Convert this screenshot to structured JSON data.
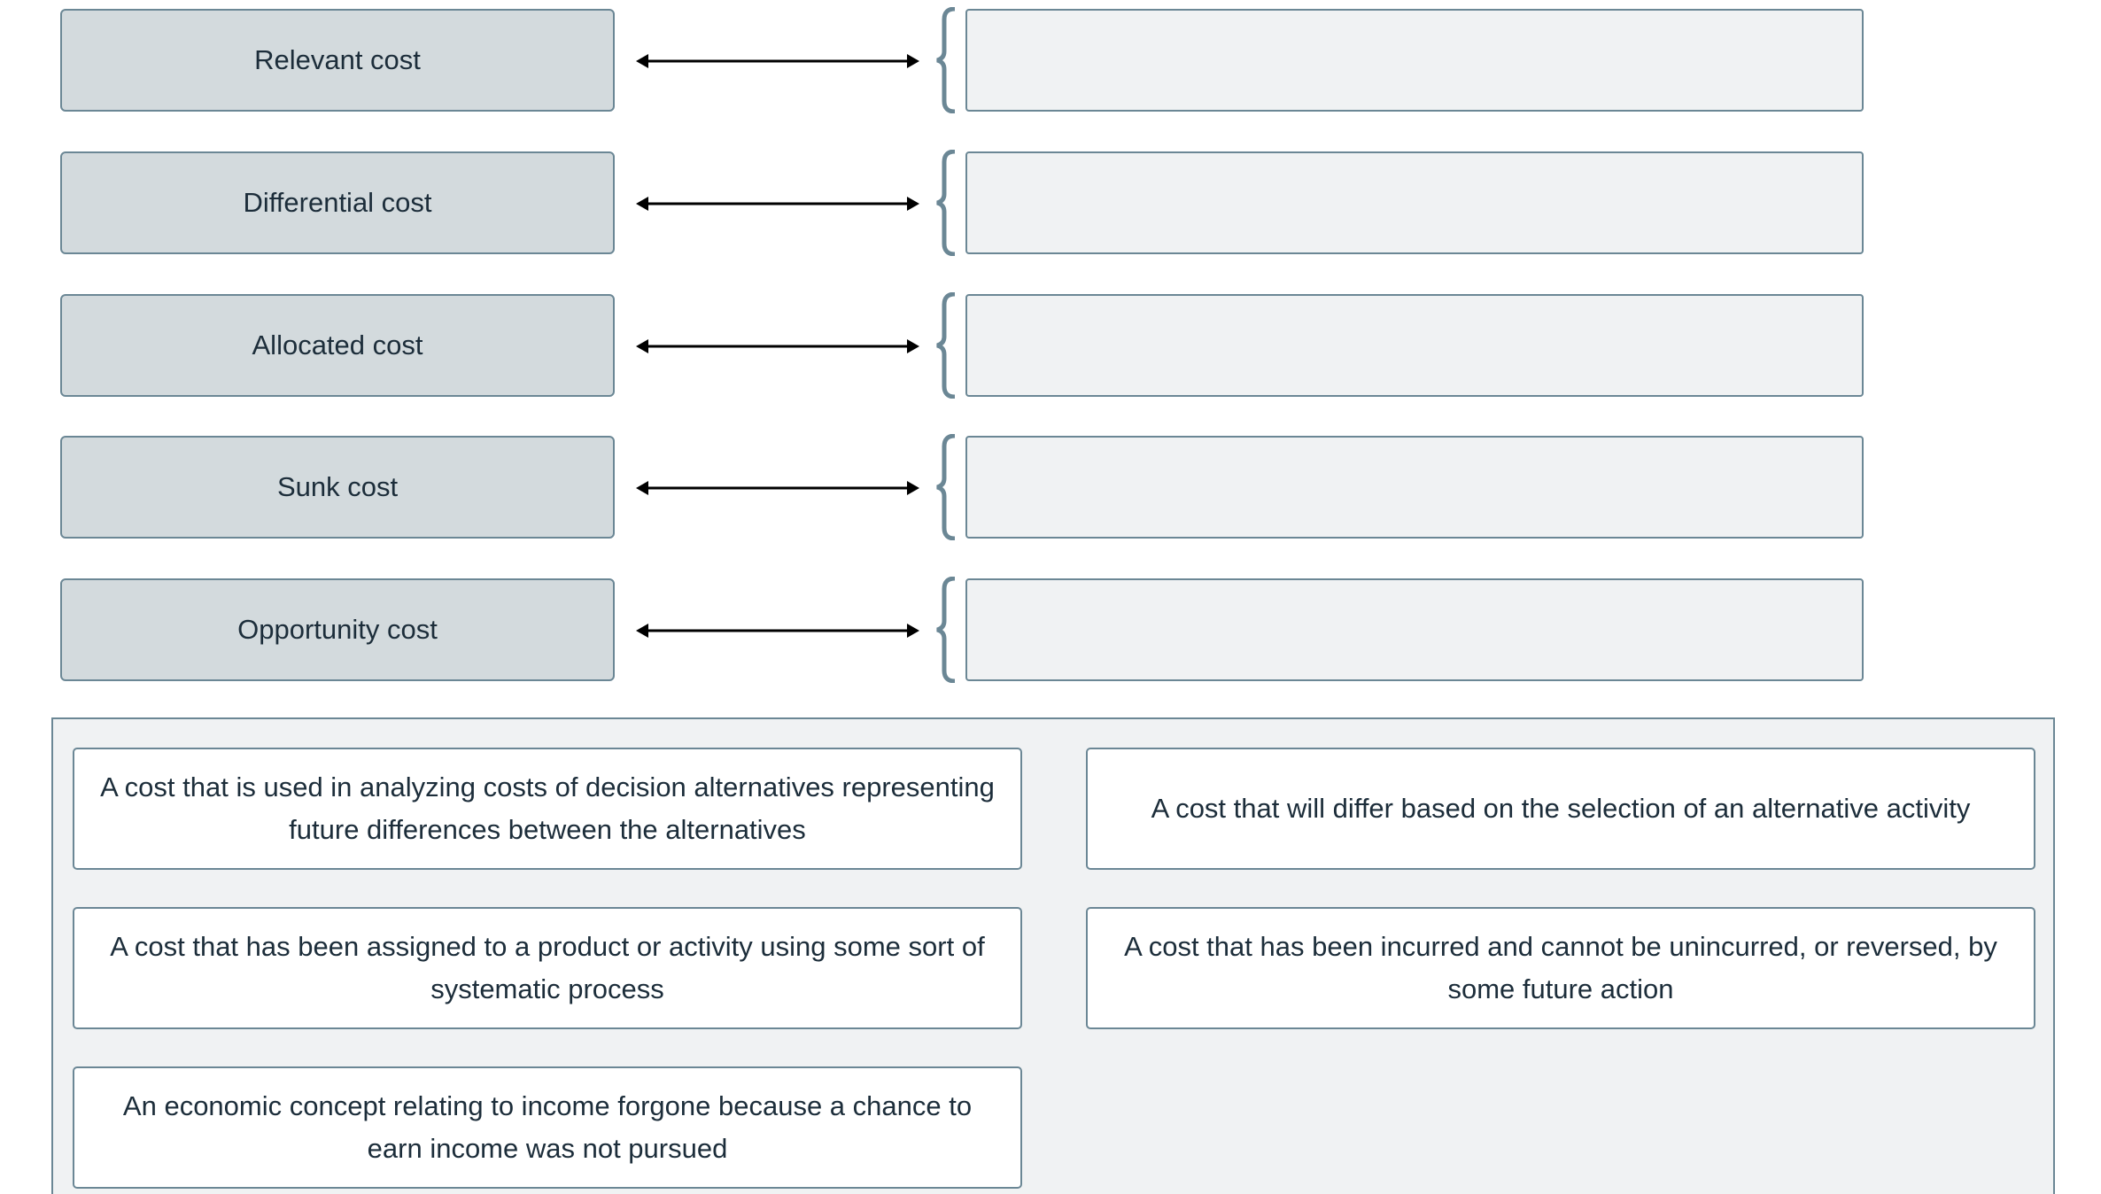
{
  "terms": [
    {
      "label": "Relevant cost"
    },
    {
      "label": "Differential cost"
    },
    {
      "label": "Allocated cost"
    },
    {
      "label": "Sunk cost"
    },
    {
      "label": "Opportunity cost"
    }
  ],
  "answer_bank": [
    {
      "text": "A cost that is used in analyzing costs of decision alternatives representing future differences between the alternatives"
    },
    {
      "text": "A cost that will differ based on the selection of an alternative activity"
    },
    {
      "text": "A cost that has been assigned to a product or activity using some sort of systematic process"
    },
    {
      "text": "A cost that has been incurred and cannot be unincurred, or reversed, by some future action"
    },
    {
      "text": "An economic concept relating to income forgone because a chance to earn income was not pursued"
    }
  ],
  "colors": {
    "term_bg": "#d3dadd",
    "border": "#6b8795",
    "slot_bg": "#f0f2f3",
    "text": "#1c2d3a"
  }
}
